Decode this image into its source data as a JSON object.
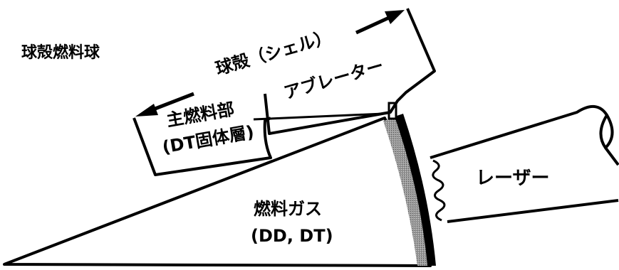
{
  "diagram": {
    "title": "球殻燃料球",
    "shell_label": "球殻（シェル）",
    "ablator_label": "アブレーター",
    "main_fuel_label_line1": "主燃料部",
    "main_fuel_label_line2": "(DT固体層)",
    "fuel_gas_label_line1": "燃料ガス",
    "fuel_gas_label_line2": "(DD, DT)",
    "laser_label": "レーザー"
  }
}
